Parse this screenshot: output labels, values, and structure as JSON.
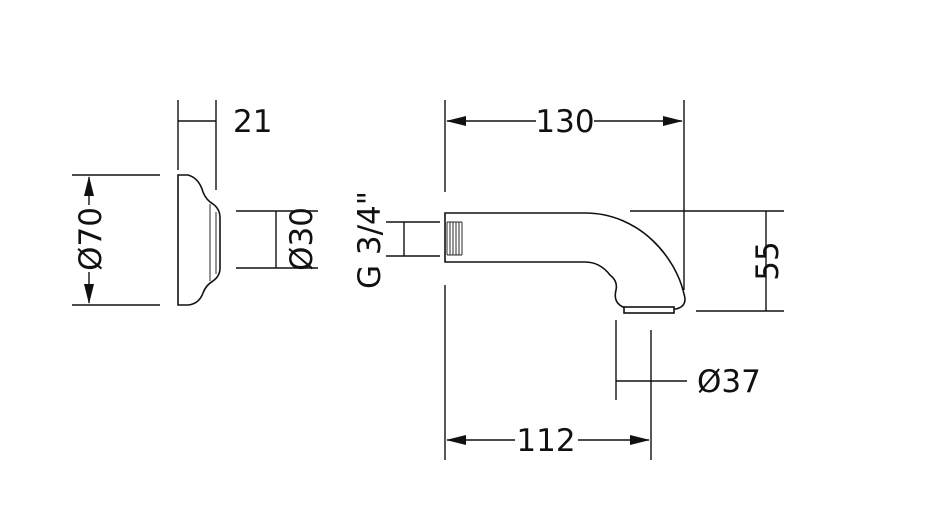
{
  "dimensions": {
    "flange_depth": "21",
    "flange_diameter": "Ø70",
    "shank_diameter": "Ø30",
    "thread": "G 3/4\"",
    "spout_length_total": "130",
    "spout_height": "55",
    "outlet_diameter": "Ø37",
    "spout_length_to_outlet": "112"
  }
}
